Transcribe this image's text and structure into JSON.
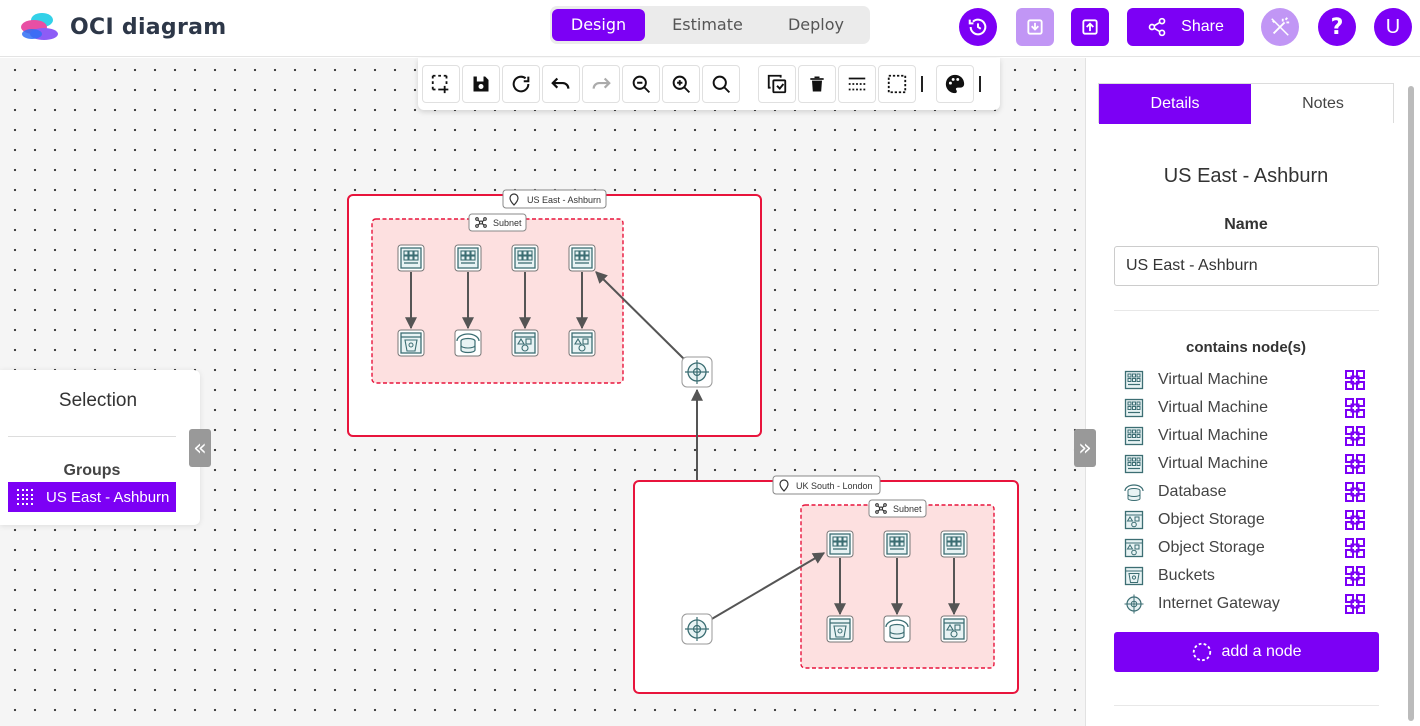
{
  "app": {
    "title": "OCI diagram"
  },
  "modes": [
    {
      "label": "Design",
      "active": true
    },
    {
      "label": "Estimate",
      "active": false
    },
    {
      "label": "Deploy",
      "active": false
    }
  ],
  "header": {
    "share_label": "Share",
    "help_label": "?",
    "avatar_label": "U"
  },
  "toolbar": {
    "items": [
      "select-region",
      "save",
      "refresh",
      "undo",
      "redo",
      "zoom-out",
      "zoom-in",
      "zoom-fit",
      "duplicate",
      "delete",
      "grid",
      "group",
      "palette"
    ]
  },
  "diagram": {
    "regions": [
      {
        "label": "US East - Ashburn"
      },
      {
        "label": "UK South - London"
      }
    ],
    "subnet_label": "Subnet"
  },
  "selection": {
    "title": "Selection",
    "groups_label": "Groups",
    "selected_group": "US East - Ashburn"
  },
  "details": {
    "tabs": [
      {
        "label": "Details",
        "active": true
      },
      {
        "label": "Notes",
        "active": false
      }
    ],
    "title": "US East - Ashburn",
    "name_label": "Name",
    "name_value": "US East - Ashburn",
    "nodes_label": "contains node(s)",
    "nodes": [
      {
        "label": "Virtual Machine",
        "icon": "vm-icon"
      },
      {
        "label": "Virtual Machine",
        "icon": "vm-icon"
      },
      {
        "label": "Virtual Machine",
        "icon": "vm-icon"
      },
      {
        "label": "Virtual Machine",
        "icon": "vm-icon"
      },
      {
        "label": "Database",
        "icon": "database-icon"
      },
      {
        "label": "Object Storage",
        "icon": "object-storage-icon"
      },
      {
        "label": "Object Storage",
        "icon": "object-storage-icon"
      },
      {
        "label": "Buckets",
        "icon": "bucket-icon"
      },
      {
        "label": "Internet Gateway",
        "icon": "gateway-icon"
      }
    ],
    "add_node_label": "add a node"
  },
  "colors": {
    "accent": "#7c00f5",
    "accent_light": "#c196f5",
    "region_border": "#e8143c",
    "subnet_fill": "#fde0e0",
    "node_teal": "#3c6e73"
  }
}
